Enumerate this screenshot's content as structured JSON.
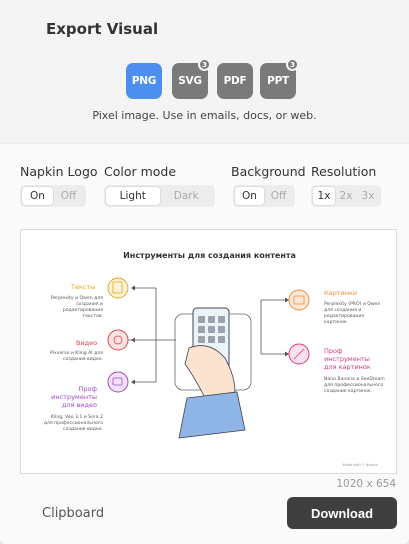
{
  "dialog": {
    "title": "Export Visual"
  },
  "formats": [
    {
      "label": "PNG",
      "active": true
    },
    {
      "label": "SVG",
      "badge": "3"
    },
    {
      "label": "PDF"
    },
    {
      "label": "PPT",
      "badge": "3"
    }
  ],
  "format_description": "Pixel image. Use in emails, docs, or web.",
  "options": {
    "napkin_logo": {
      "label": "Napkin Logo",
      "values": [
        "On",
        "Off"
      ],
      "selected": "On"
    },
    "color_mode": {
      "label": "Color mode",
      "values": [
        "Light",
        "Dark"
      ],
      "selected": "Light"
    },
    "background": {
      "label": "Background",
      "values": [
        "On",
        "Off"
      ],
      "selected": "On"
    },
    "resolution": {
      "label": "Resolution",
      "values": [
        "1x",
        "2x",
        "3x"
      ],
      "selected": "1x"
    }
  },
  "preview": {
    "title": "Инструменты для создания контента",
    "left_items": [
      {
        "heading": "Тексты",
        "text": "Perplexity и Qwen для создания и редактирования текстов.",
        "color": "#e8a317"
      },
      {
        "heading": "Видео",
        "text": "Pixverse и Kling AI для создания видео.",
        "color": "#e0444a"
      },
      {
        "heading": "Проф инструменты для видео",
        "text": "Kling, Veo 3.1 и Sora 2 для профессионального создания видео.",
        "color": "#a346c8"
      }
    ],
    "right_items": [
      {
        "heading": "Картинки",
        "text": "Perplexity (PRO) и Qwen для создания и редактирования картинок.",
        "color": "#f08a3a"
      },
      {
        "heading": "Проф инструменты для картинок",
        "text": "Nano Banana и SeeDream для профессионального создания картинок.",
        "color": "#d83a86"
      }
    ],
    "footer": "Made with ✎ Napkin"
  },
  "resolution_note": "1020 x 654",
  "actions": {
    "clipboard": "Clipboard",
    "download": "Download"
  },
  "colors": {
    "accent": "#4d8ff0",
    "button_dark": "#3f3f3f",
    "format_gray": "#7a7a7a"
  }
}
